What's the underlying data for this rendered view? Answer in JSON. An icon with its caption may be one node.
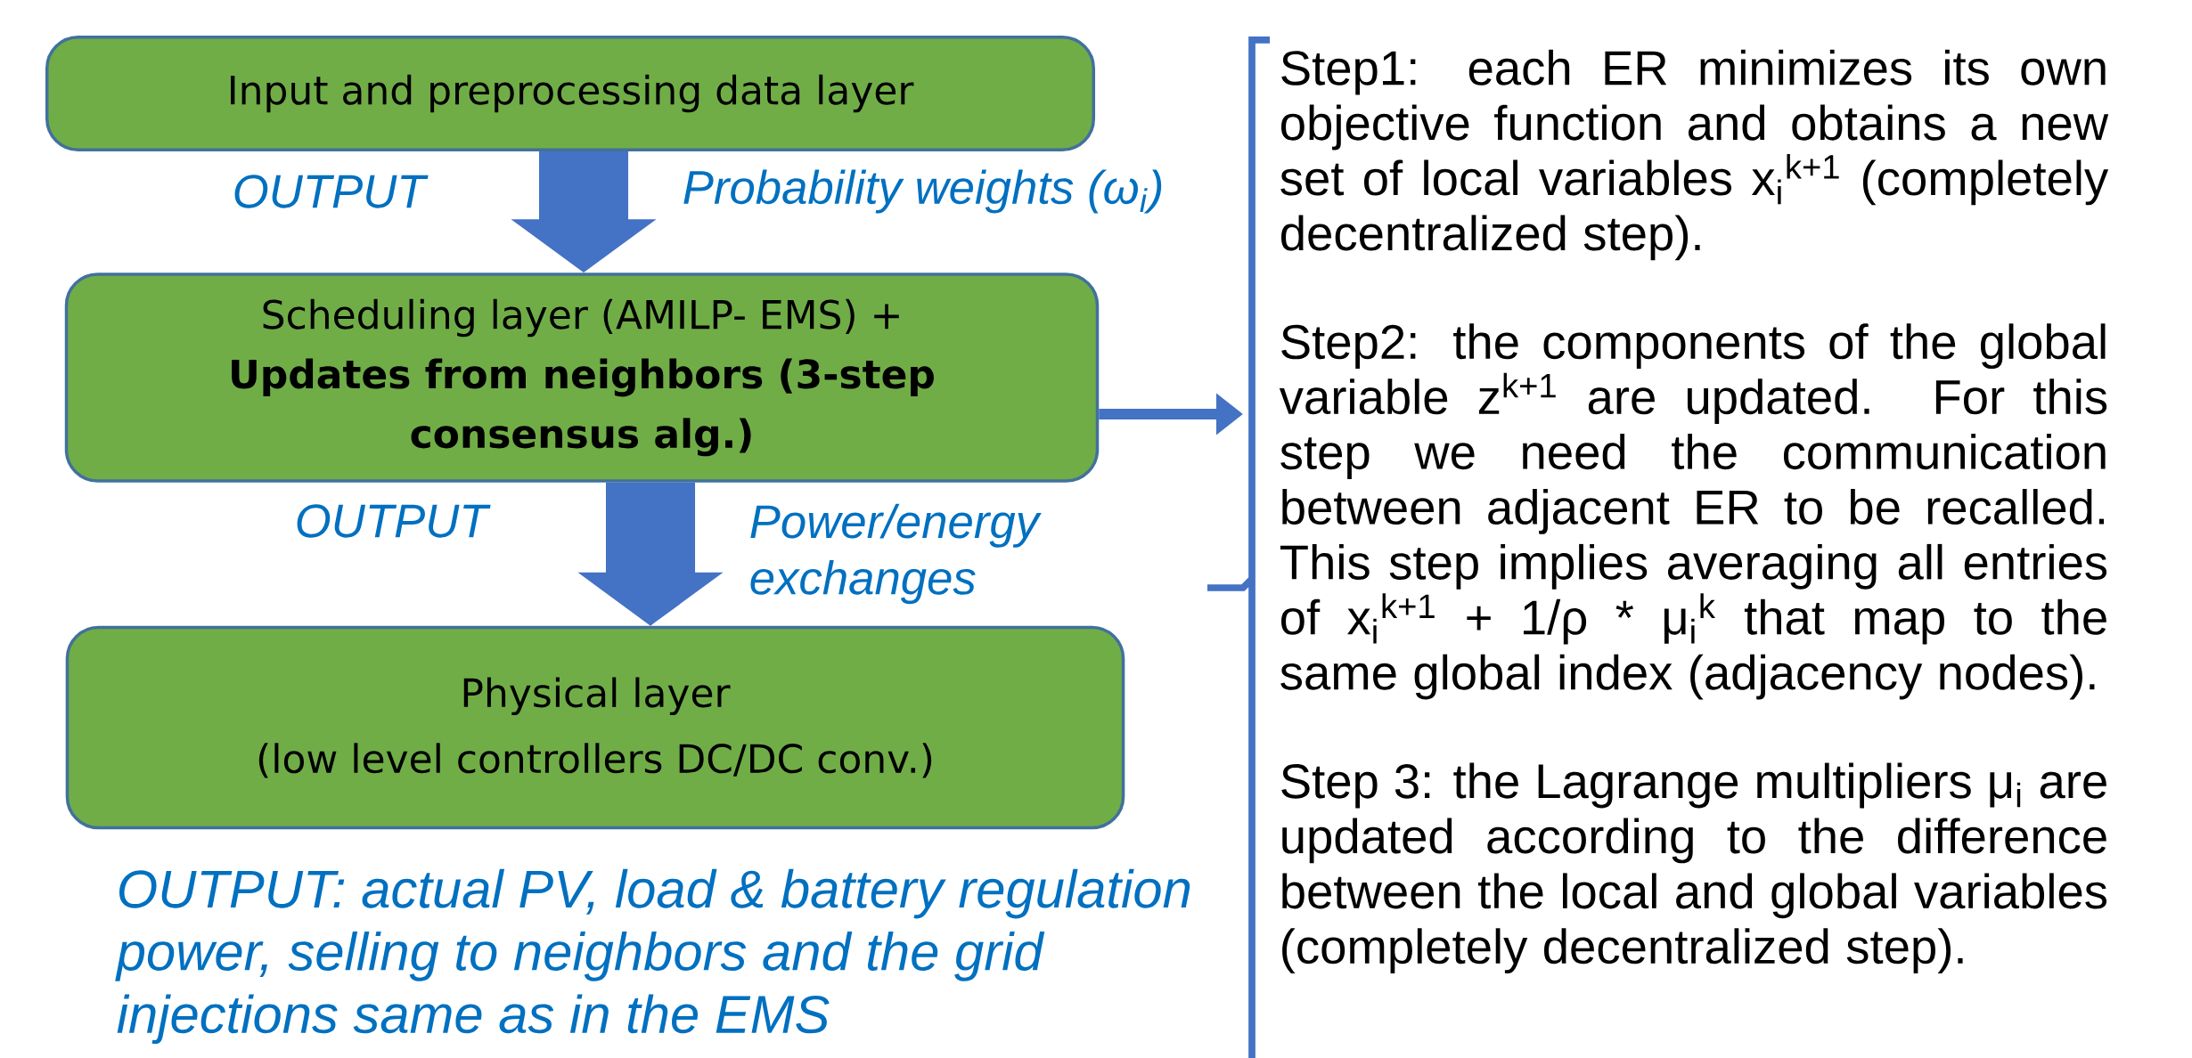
{
  "diagram": {
    "nodes": [
      {
        "text": [
          "Input and preprocessing data layer"
        ]
      },
      {
        "text": [
          "Scheduling layer (AMILP- EMS) + **Updates from neighbors (3-step consensus alg.)**"
        ]
      },
      {
        "text": [
          "Physical layer",
          "(low level controllers DC/DC conv.)"
        ]
      },
      {
        "text": [
          "Step1: each ER minimizes its own objective function and obtains a new set of local variables x$_{i}$$^{k+1}$ (completely decentralized step).",
          "Step2: the components of the global variable z$^{k+1}$ are updated. For this step we need the communication between adjacent ER to be recalled. This step implies averaging all entries of x$_{i}$$^{k+1}$ + 1/ρ * μ$_{i}$$^{k}$ that map to the same global index (adjacency nodes).",
          "Step 3: the Lagrange multipliers μ$_{i}$ are updated according to the difference between the local and global variables (completely decentralized step)."
        ]
      }
    ],
    "edges": [
      {
        "from": 0,
        "to": 1,
        "arrow": "to"
      },
      {
        "from": 1,
        "to": 2,
        "arrow": "to"
      },
      {
        "from": 1,
        "to": 3,
        "arrow": "to"
      }
    ],
    "labels": [
      "OUTPUT",
      "Probability weights (ω$_{i}$)",
      "OUTPUT",
      "Power/energy exchanges",
      "OUTPUT: actual PV, load & battery regulation power, selling to neighbors and the grid injections same as in the EMS"
    ]
  }
}
